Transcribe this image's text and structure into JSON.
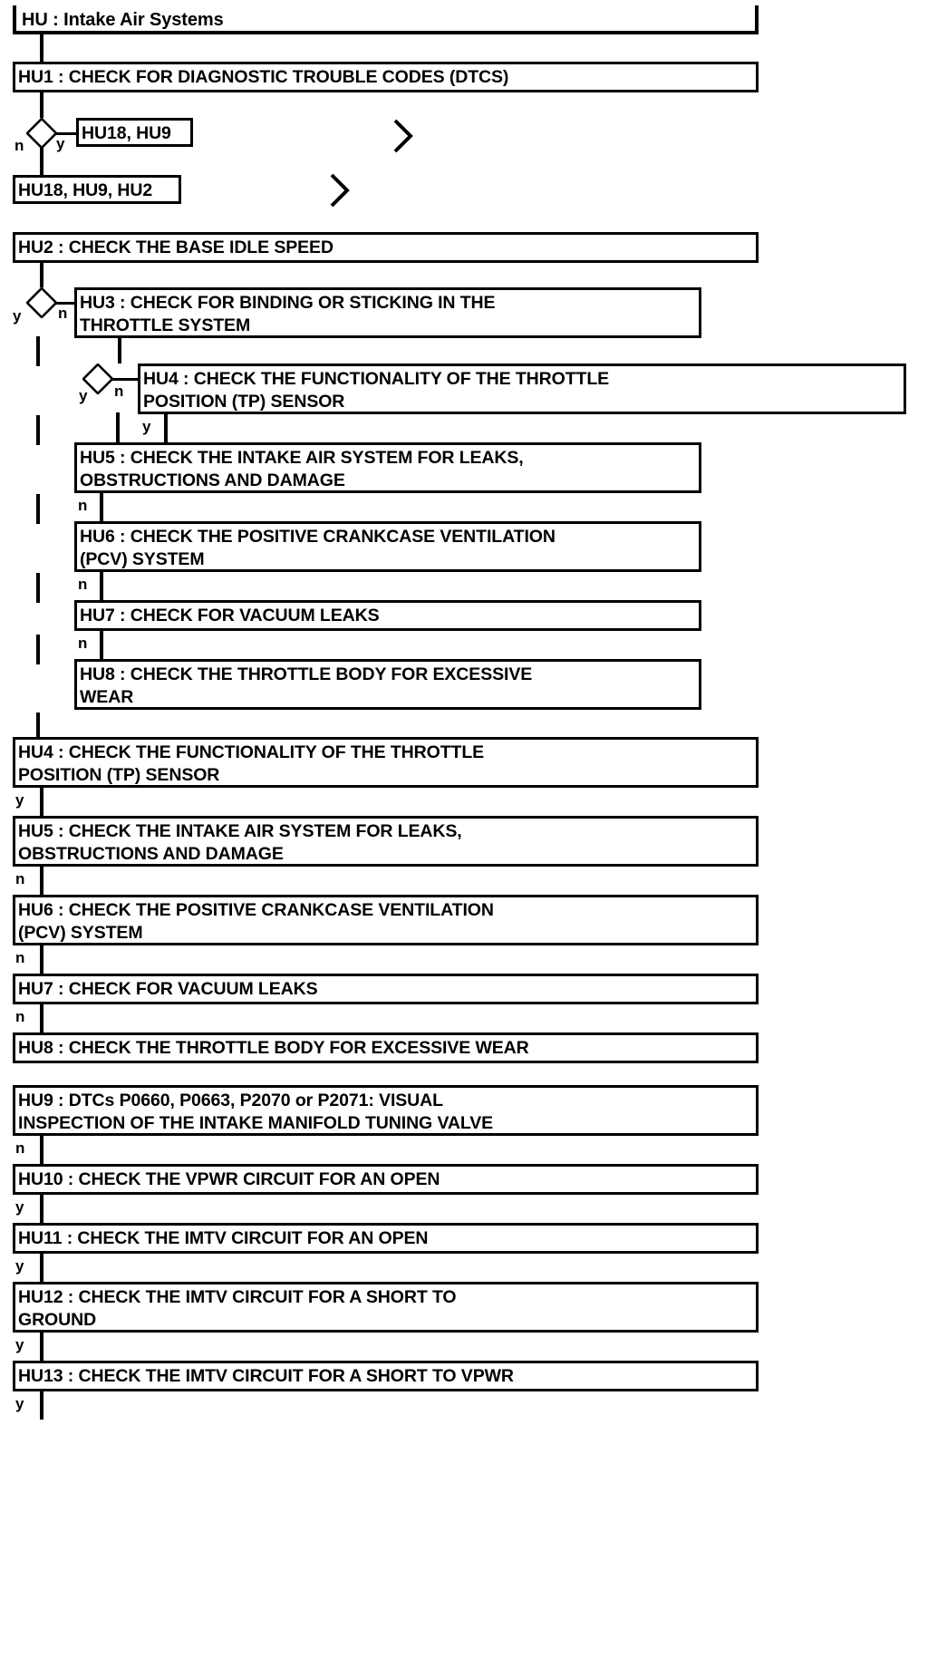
{
  "diagram": {
    "type": "flowchart",
    "title": "HU : Intake Air Systems",
    "orientation": "top-down",
    "edge_label_yes": "y",
    "edge_label_no": "n",
    "line_color": "#000000",
    "box_fill": "#ffffff",
    "box_border": "#000000"
  },
  "nodes": {
    "title": "HU : Intake Air Systems",
    "hu1": "HU1 : CHECK FOR DIAGNOSTIC TROUBLE CODES (DTCS)",
    "ref_hu18_hu9": "HU18, HU9",
    "ref_hu18_hu9_hu2": "HU18, HU9, HU2",
    "hu2": "HU2 : CHECK THE BASE IDLE SPEED",
    "hu3_nested": "HU3 : CHECK FOR BINDING OR STICKING IN THE\nTHROTTLE SYSTEM",
    "hu4_nested": "HU4 : CHECK THE FUNCTIONALITY OF THE THROTTLE\nPOSITION (TP) SENSOR",
    "hu5_nested": "HU5 : CHECK THE INTAKE AIR SYSTEM FOR LEAKS,\nOBSTRUCTIONS AND DAMAGE",
    "hu6_nested": "HU6 : CHECK THE POSITIVE CRANKCASE VENTILATION\n(PCV) SYSTEM",
    "hu7_nested": "HU7 : CHECK FOR VACUUM LEAKS",
    "hu8_nested": "HU8 : CHECK THE THROTTLE BODY FOR EXCESSIVE\nWEAR",
    "hu4_main": "HU4 : CHECK THE FUNCTIONALITY OF THE THROTTLE\nPOSITION (TP) SENSOR",
    "hu5_main": "HU5 : CHECK THE INTAKE AIR SYSTEM FOR LEAKS,\nOBSTRUCTIONS AND DAMAGE",
    "hu6_main": "HU6 : CHECK THE POSITIVE CRANKCASE VENTILATION\n(PCV) SYSTEM",
    "hu7_main": "HU7 : CHECK FOR VACUUM LEAKS",
    "hu8_main": "HU8 : CHECK THE THROTTLE BODY FOR EXCESSIVE WEAR",
    "hu9": "HU9 : DTCs P0660, P0663, P2070 or P2071: VISUAL\nINSPECTION OF THE INTAKE MANIFOLD TUNING VALVE",
    "hu10": "HU10 : CHECK THE VPWR CIRCUIT FOR AN OPEN",
    "hu11": "HU11 : CHECK THE IMTV CIRCUIT FOR AN OPEN",
    "hu12": "HU12 : CHECK THE IMTV CIRCUIT FOR A SHORT TO\nGROUND",
    "hu13": "HU13 : CHECK THE IMTV CIRCUIT FOR A SHORT TO VPWR"
  },
  "edges": {
    "e1_y": "y",
    "e1_n": "n",
    "e2_y": "y",
    "e2_n": "n",
    "e3_y": "y",
    "e3_n": "n",
    "e4_y": "y",
    "e5_n": "n",
    "e6_n": "n",
    "e7_n": "n",
    "e8_y": "y",
    "e9_n": "n",
    "e10_n": "n",
    "e11_n": "n",
    "e12_n": "n",
    "e13_y": "y",
    "e14_y": "y",
    "e15_y": "y",
    "e16_y": "y"
  }
}
